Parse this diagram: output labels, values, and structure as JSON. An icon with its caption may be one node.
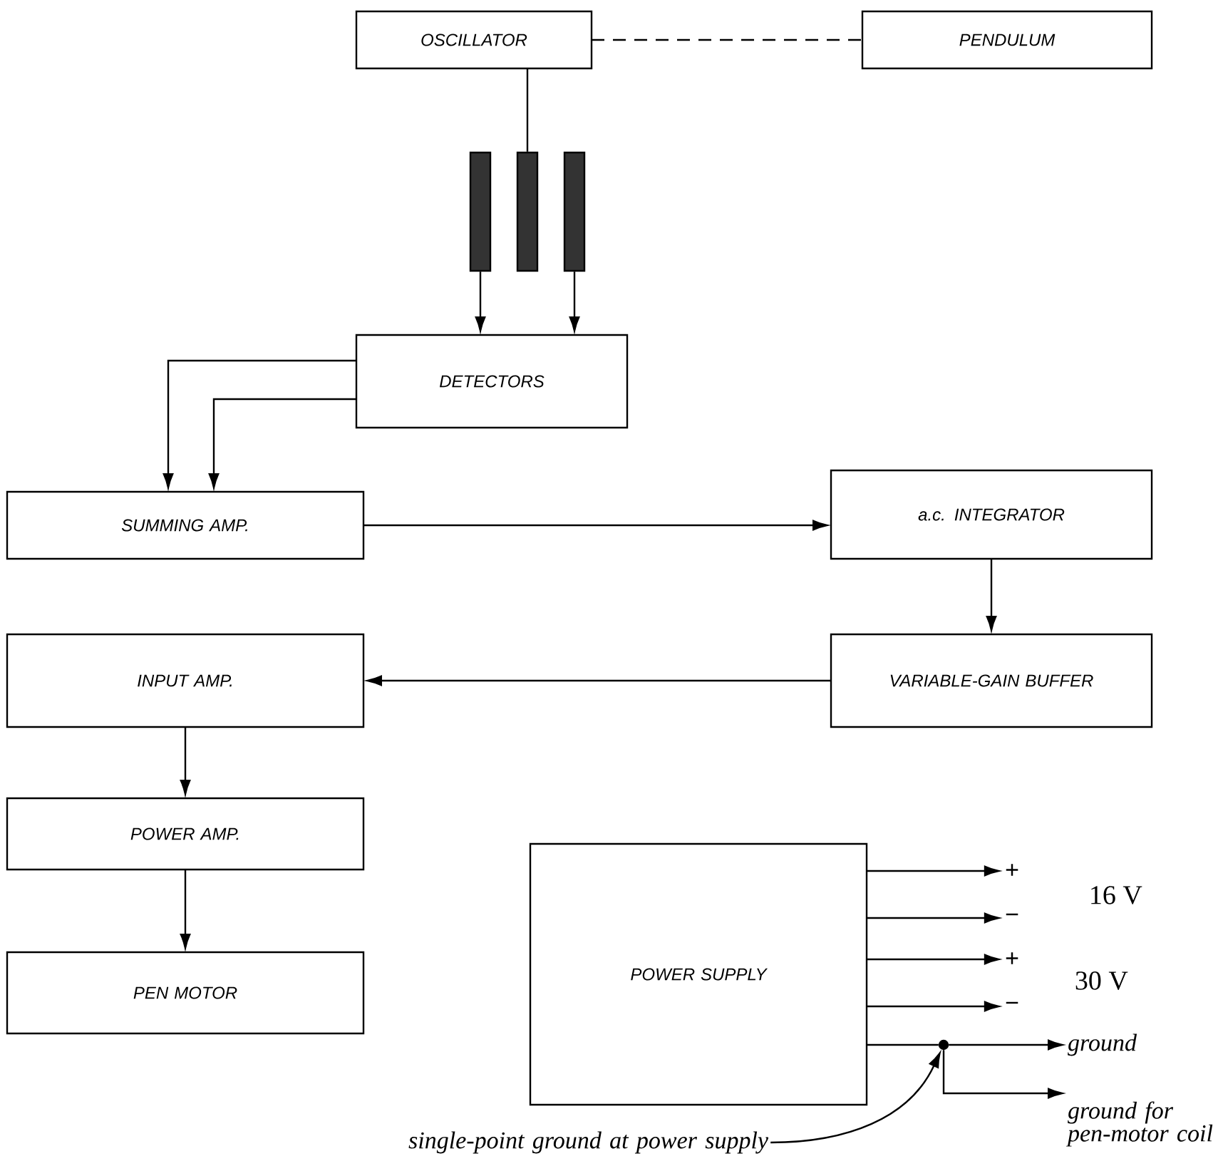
{
  "diagram": {
    "nodes": [
      {
        "text": [
          "OSCILLATOR"
        ]
      },
      {
        "text": [
          "PENDULUM"
        ]
      },
      {
        "text": [],
        "shape": "bar"
      },
      {
        "text": [],
        "shape": "bar"
      },
      {
        "text": [],
        "shape": "bar"
      },
      {
        "text": [
          "DETECTORS"
        ]
      },
      {
        "text": [
          "SUMMING AMP."
        ]
      },
      {
        "text": [
          "a.c. INTEGRATOR"
        ]
      },
      {
        "text": [
          "VARIABLE-GAIN BUFFER"
        ]
      },
      {
        "text": [
          "INPUT AMP."
        ]
      },
      {
        "text": [
          "POWER AMP."
        ]
      },
      {
        "text": [
          "PEN MOTOR"
        ]
      },
      {
        "text": [
          "POWER SUPPLY"
        ]
      },
      {
        "text": [
          "+"
        ]
      },
      {
        "text": [
          "−"
        ]
      },
      {
        "text": [
          "+"
        ]
      },
      {
        "text": [
          "−"
        ]
      },
      {
        "text": [],
        "shape": "circle"
      },
      {
        "text": [
          "ground"
        ]
      },
      {
        "text": [
          "ground for pen-motor coil"
        ]
      },
      {
        "text": [
          "single-point ground at power supply"
        ]
      }
    ],
    "edges": [
      {
        "from": 0,
        "to": 1,
        "arrow": "none",
        "style": "dashed"
      },
      {
        "from": 0,
        "to": 3,
        "arrow": "none"
      },
      {
        "from": 2,
        "to": 5,
        "arrow": "to"
      },
      {
        "from": 4,
        "to": 5,
        "arrow": "to"
      },
      {
        "from": 5,
        "to": 6,
        "arrow": "to"
      },
      {
        "from": 5,
        "to": 6,
        "arrow": "to"
      },
      {
        "from": 6,
        "to": 7,
        "arrow": "to"
      },
      {
        "from": 7,
        "to": 8,
        "arrow": "to"
      },
      {
        "from": 8,
        "to": 9,
        "arrow": "to"
      },
      {
        "from": 9,
        "to": 10,
        "arrow": "to"
      },
      {
        "from": 10,
        "to": 11,
        "arrow": "to"
      },
      {
        "from": 12,
        "to": 13,
        "arrow": "to"
      },
      {
        "from": 12,
        "to": 14,
        "arrow": "to"
      },
      {
        "from": 12,
        "to": 15,
        "arrow": "to"
      },
      {
        "from": 12,
        "to": 16,
        "arrow": "to"
      },
      {
        "from": 12,
        "to": 17,
        "arrow": "none"
      },
      {
        "from": 17,
        "to": 18,
        "arrow": "to"
      },
      {
        "from": 17,
        "to": 19,
        "arrow": "to"
      },
      {
        "from": 20,
        "to": 17,
        "arrow": "to"
      }
    ],
    "labels": [
      "16 V",
      "30 V"
    ]
  }
}
